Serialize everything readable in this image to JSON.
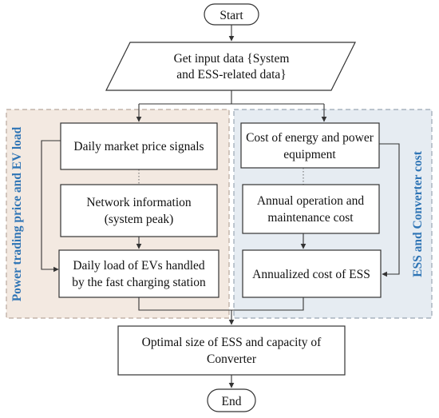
{
  "flowchart": {
    "start": "Start",
    "input": [
      "Get input data {System",
      "and ESS-related data}"
    ],
    "left_group": {
      "label": "Power trading price and EV load",
      "label_color": "#2e74b5",
      "background": "#f3e9e1",
      "border": "#b8a89c",
      "steps": [
        [
          "Daily market price signals"
        ],
        [
          "Network information",
          "(system peak)"
        ],
        [
          "Daily load of EVs handled",
          "by the fast charging station"
        ]
      ]
    },
    "right_group": {
      "label": "ESS and Converter cost",
      "label_color": "#2e74b5",
      "background": "#e6ecf2",
      "border": "#9aa6b3",
      "steps": [
        [
          "Cost of energy and power",
          "equipment"
        ],
        [
          "Annual operation and",
          "maintenance cost"
        ],
        [
          "Annualized cost of ESS"
        ]
      ]
    },
    "output": [
      "Optimal size of ESS and capacity of",
      "Converter"
    ],
    "end": "End"
  }
}
